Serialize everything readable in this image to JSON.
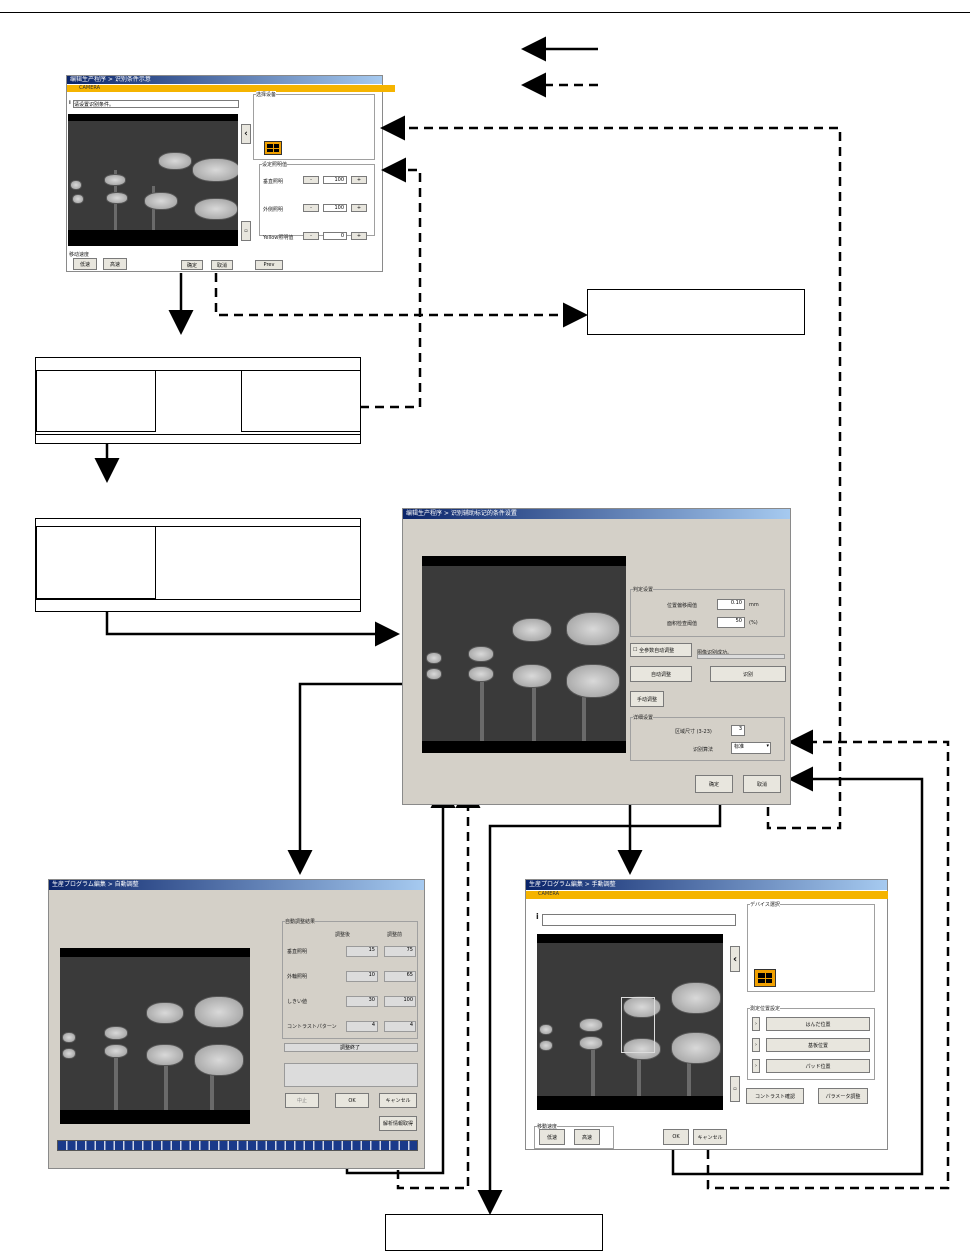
{
  "top_window": {
    "title": "编辑生产程序 > 识别条件示意",
    "bar": "CAMERA",
    "msg": "请设置识别条件。",
    "group1": "选择设备",
    "group2": "设定照明值",
    "rows": [
      {
        "label": "垂直照明",
        "value": "100"
      },
      {
        "label": "外侧照明",
        "value": "100"
      },
      {
        "label": "Yellow照明值",
        "value": "0"
      }
    ],
    "move_label": "移动速度",
    "speed_low": "低速",
    "speed_high": "高速",
    "ok": "确定",
    "cancel": "取消",
    "prev": "Prev"
  },
  "center_window": {
    "title": "编辑生产程序 > 识别辅助标记的条件设置",
    "judge_group": "判定设置",
    "pos_label": "位置偏移阈值",
    "pos_value": "0.10",
    "pos_unit": "mm",
    "area_label": "面积检查阈值",
    "area_value": "50",
    "area_unit": "(%)",
    "auto_all": "全参数自动调整",
    "recog_result": "图像识别成功。",
    "auto_adjust": "自动调整",
    "recognize": "识别",
    "manual_adjust": "手动调整",
    "detail_group": "详细设置",
    "size_label": "区域尺寸 (3-23)",
    "size_value": "3",
    "method_label": "识别算法",
    "method_value": "标准",
    "ok": "确定",
    "cancel": "取消"
  },
  "auto_window": {
    "title": "生産プログラム編集 > 自動調整",
    "group": "自動調整結果",
    "col_after": "調整後",
    "col_before": "調整前",
    "rows": [
      {
        "label": "垂直照明",
        "after": "15",
        "before": "75"
      },
      {
        "label": "外輪照明",
        "after": "10",
        "before": "65"
      },
      {
        "label": "しきい値",
        "after": "30",
        "before": "100"
      },
      {
        "label": "コントラストパターン",
        "after": "4",
        "before": "4"
      }
    ],
    "status": "調整終了",
    "stop": "中止",
    "ok": "OK",
    "cancel": "キャンセル",
    "analysis": "解析情報取得"
  },
  "manual_window": {
    "title": "生産プログラム編集 > 手動調整",
    "bar": "CAMERA",
    "device_group": "デバイス選択",
    "measure_group": "測定位置設定",
    "pos_buttons": [
      "はんだ位置",
      "基板位置",
      "パッド位置"
    ],
    "contrast": "コントラスト確認",
    "param": "パラメータ調整",
    "move_label": "移動速度",
    "speed_low": "低速",
    "speed_high": "高速",
    "ok": "OK",
    "cancel": "キャンセル"
  },
  "colors": {
    "title_bar": "#0a246a",
    "accent_bar": "#f5b400",
    "progress": "#1a3a8a"
  }
}
